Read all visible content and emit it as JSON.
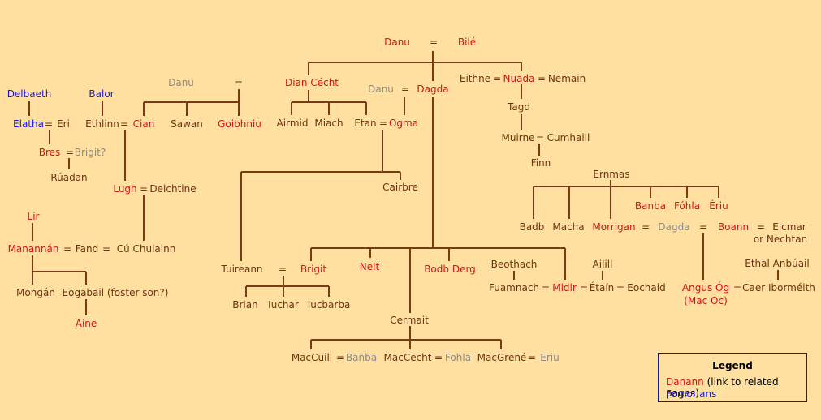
{
  "colors": {
    "danann": "#d0141a",
    "fomorian": "#1818e0",
    "plain": "#6b3410",
    "grey": "#8a8a8a",
    "line": "#7a3b14",
    "background": "#ffe0a0"
  },
  "legend": {
    "title": "Legend",
    "danann_label": "Danann",
    "danann_note": " (link to related pages)",
    "fomorian_label": "Fomorians"
  },
  "nodes": {
    "danu_top": "Danu",
    "eq_danu_bile": "=",
    "bile": "Bilé",
    "dian_cecht": "Dian Cécht",
    "danu_mid": "Danu",
    "eq_danu_dagda": "=",
    "dagda_top": "Dagda",
    "eithne": "Eithne",
    "eq_eithne_nuada": "=",
    "nuada": "Nuada",
    "eq_nuada_nemain": "=",
    "nemain": "Nemain",
    "delbaeth": "Delbaeth",
    "balor": "Balor",
    "danu_left": "Danu",
    "eq_danu_left": "=",
    "airmid": "Airmid",
    "miach": "Miach",
    "etan": "Etan",
    "eq_etan_ogma": "=",
    "ogma": "Ogma",
    "tagd": "Tagd",
    "elatha": "Elatha",
    "eq_elatha_eri": "=",
    "eri": "Eri",
    "ethlinn": "Ethlinn",
    "eq_ethlinn_cian": "=",
    "cian": "Cian",
    "sawan": "Sawan",
    "goibhniu": "Goibhniu",
    "muirne": "Muirne",
    "eq_muirne_cumhaill": "=",
    "cumhaill": "Cumhaill",
    "bres": "Bres",
    "eq_bres_brigit": "=",
    "brigit_q": "Brigit?",
    "finn": "Finn",
    "ruadan": "Rúadan",
    "ernmas": "Ernmas",
    "cairbre": "Cairbre",
    "lugh": "Lugh",
    "eq_lugh_deichtine": "=",
    "deichtine": "Deichtine",
    "banba_top": "Banba",
    "fohla_top": "Fóhla",
    "eriu_top": "Ériu",
    "lir": "Lir",
    "badb": "Badb",
    "macha": "Macha",
    "morrigan": "Morrigan",
    "eq_morrigan_dagda": "=",
    "dagda_right": "Dagda",
    "eq_dagda_boann": "=",
    "boann": "Boann",
    "eq_boann_elcmar": "=",
    "elcmar": "Elcmar",
    "or_nechtan": "or Nechtan",
    "manannan": "Manannán",
    "eq_manannan_fand": "=",
    "fand": "Fand",
    "eq_fand_cu": "=",
    "cu_chulainn": "Cú Chulainn",
    "tuireann": "Tuireann",
    "eq_tuireann_brigit": "=",
    "brigit": "Brigit",
    "neit": "Neit",
    "bodb_derg": "Bodb Derg",
    "beothach": "Beothach",
    "ailill": "Ailill",
    "ethal_anbuail": "Ethal Anbúail",
    "fuamnach": "Fuamnach",
    "eq_fuamnach_midir": "=",
    "midir": "Midir",
    "eq_midir_etain": "=",
    "etain": "Étaín",
    "eq_etain_eochaid": "=",
    "eochaid": "Eochaid",
    "angus_og": "Angus Óg",
    "mac_oc": "(Mac Oc)",
    "eq_angus_caer": "=",
    "caer": "Caer Iborméith",
    "mongan": "Mongán",
    "eogabail": "Eogabail (foster son?)",
    "brian": "Brian",
    "iuchar": "Iuchar",
    "iucbarba": "Iucbarba",
    "cermait": "Cermait",
    "aine": "Aine",
    "maccuill": "MacCuill",
    "eq_maccuill": "=",
    "banba_b": "Banba",
    "maccecht": "MacCecht",
    "eq_maccecht": "=",
    "fohla_b": "Fohla",
    "macgrene": "MacGrené",
    "eq_macgrene": "=",
    "eriu_b": "Eriu"
  }
}
